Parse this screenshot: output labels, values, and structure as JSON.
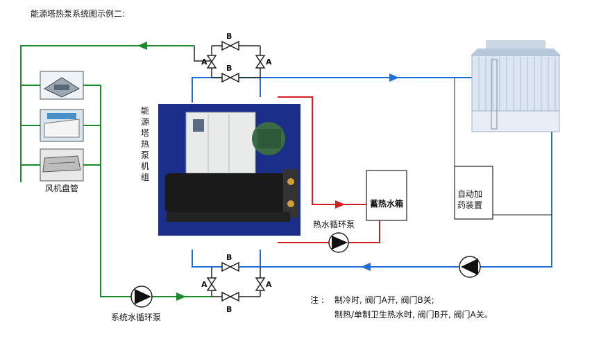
{
  "title": "能源塔热泵系统图示例二:",
  "unit_label_vertical": "能源塔热泵机组",
  "fan_coil_label": "风机盘管",
  "hot_water_tank_label": "蓄热水箱",
  "hot_water_pump_label": "热水循环泵",
  "system_pump_label": "系统水循环泵",
  "dosing_label_line1": "自动加",
  "dosing_label_line2": "药装置",
  "valve_a": "A",
  "valve_b": "B",
  "note": {
    "prefix": "注 :",
    "line1": "制冷时, 阀门A开, 阀门B关;",
    "line2": "制热/单制卫生热水时, 阀门B开, 阀门A关。"
  },
  "colors": {
    "green_pipe": "#1a8a2a",
    "blue_pipe": "#1f6fd6",
    "red_pipe": "#d21e1e",
    "dark_line": "#222222",
    "unit_bg": "#1b2f8a"
  }
}
